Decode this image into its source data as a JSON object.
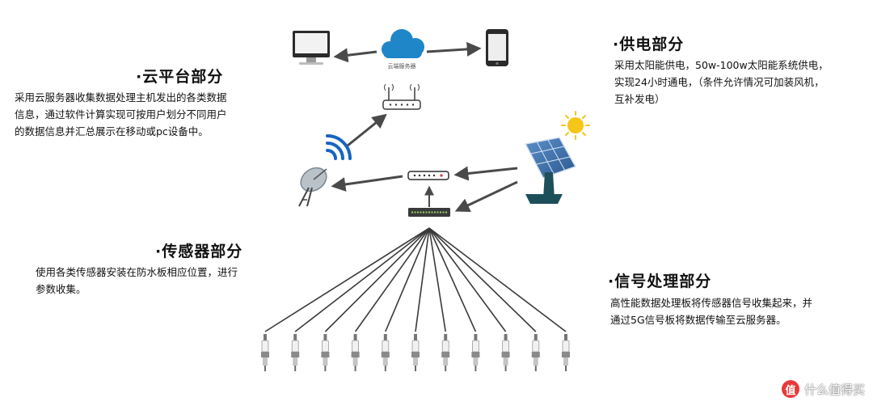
{
  "sections": {
    "cloud": {
      "title": "·云平台部分",
      "description": "采用云服务器收集数据处理主机发出的各类数据信息，通过软件计算实现可按用户划分不同用户的数据信息并汇总展示在移动或pc设备中。"
    },
    "power": {
      "title": "·供电部分",
      "description": "采用太阳能供电，50w-100w太阳能系统供电，实现24小时通电，（条件允许情况可加装风机，互补发电）"
    },
    "sensor": {
      "title": "·传感器部分",
      "description": "使用各类传感器安装在防水板相应位置，进行参数收集。"
    },
    "signal": {
      "title": "·信号处理部分",
      "description": "高性能数据处理板将传感器信号收集起来，并通过5G信号板将数据传输至云服务器。"
    }
  },
  "cloud_server_label": "云端服务器",
  "sensor_count": 11,
  "watermark": {
    "logo": "值",
    "text": "什么值得买"
  },
  "colors": {
    "cloud": "#1f86c8",
    "arrow": "#4a4a4a",
    "wave": "#1565c0",
    "sun": "#f5c518",
    "panel": "#3a6ea5",
    "stand": "#1d4f5a"
  }
}
